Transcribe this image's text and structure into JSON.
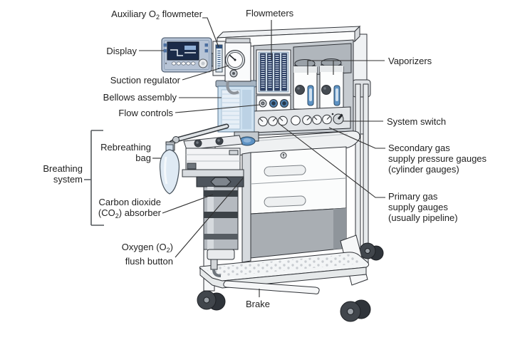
{
  "figure": {
    "subject": "Anesthesia machine labeled diagram",
    "labels": {
      "auxiliary_o2_flowmeter": {
        "pre": "Auxiliary O",
        "sub": "2",
        "post": " flowmeter"
      },
      "flowmeters": "Flowmeters",
      "display": "Display",
      "suction_regulator": "Suction regulator",
      "bellows_assembly": "Bellows assembly",
      "flow_controls": "Flow controls",
      "vaporizers": "Vaporizers",
      "system_switch": "System switch",
      "secondary_gas_gauges": "Secondary gas\nsupply pressure gauges\n(cylinder gauges)",
      "primary_gas_gauges": "Primary gas\nsupply gauges\n(usually pipeline)",
      "breathing_system": "Breathing\nsystem",
      "rebreathing_bag": "Rebreathing\nbag",
      "carbon_dioxide_absorber": {
        "line1": "Carbon dioxide",
        "pre": "(CO",
        "sub": "2",
        "post": ") absorber"
      },
      "oxygen_flush": {
        "pre": "Oxygen (O",
        "sub": "2",
        "post": ")",
        "line2": "flush button"
      },
      "brake": "Brake"
    },
    "colors": {
      "line": "#2f3237",
      "accent_blue": "#4d7fae",
      "display_bezel": "#b7c4d6",
      "screen": "#1b2b49",
      "flowmeter_panel": "#c9dae9",
      "bellows": "#cfe2f1",
      "bag": "#dfeaf4",
      "vaporizer_dome": "#9aa1a8",
      "machine_gray": "#c6cbd0",
      "canister_band": "#3c4247"
    }
  }
}
